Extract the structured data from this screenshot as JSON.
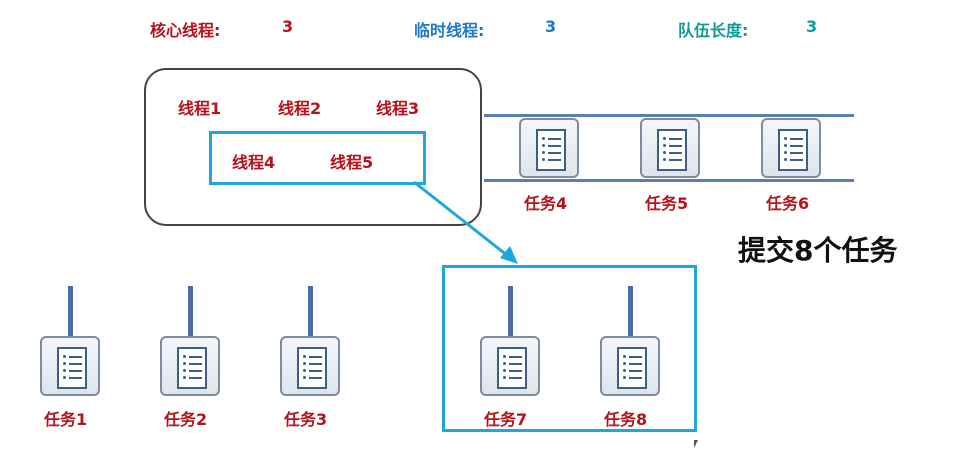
{
  "header": {
    "core_label": "核心线程:",
    "core_value": "3",
    "temp_label": "临时线程:",
    "temp_value": "3",
    "queue_label": "队伍长度:",
    "queue_value": "3"
  },
  "pool": {
    "threads_top": [
      "线程1",
      "线程2",
      "线程3"
    ],
    "threads_temp": [
      "线程4",
      "线程5"
    ]
  },
  "queue_tasks": [
    "任务4",
    "任务5",
    "任务6"
  ],
  "executing_tasks": [
    "任务1",
    "任务2",
    "任务3"
  ],
  "temp_tasks": [
    "任务7",
    "任务8"
  ],
  "note": "提交8个任务",
  "colors": {
    "label_red": "#b5121b",
    "temp_blue": "#1f78c8",
    "queue_teal": "#0f9a96",
    "highlight": "#1ea7dc",
    "rail": "#5a7fb0"
  }
}
